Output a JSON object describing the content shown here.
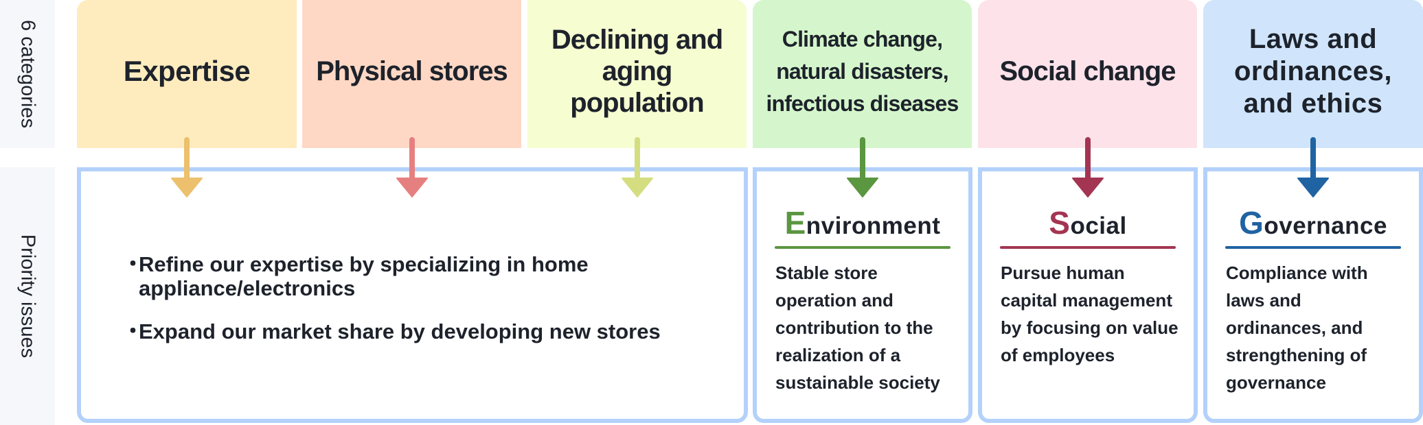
{
  "side_labels": {
    "top": "6 categories",
    "bottom": "Priority issues"
  },
  "categories": [
    {
      "label": "Expertise",
      "bg": "#feecbf",
      "arrow": "#ecc06d"
    },
    {
      "label": "Physical stores",
      "bg": "#fed8c5",
      "arrow": "#e68080"
    },
    {
      "label": "Declining and aging population",
      "bg": "#f6fdd0",
      "arrow": "#d4de80"
    },
    {
      "label": "Climate change, natural disasters, infectious diseases",
      "bg": "#d5f6cc",
      "arrow": "#5b9640"
    },
    {
      "label": "Social change",
      "bg": "#fee2ea",
      "arrow": "#a33552"
    },
    {
      "label": "Laws and ordinances, and ethics",
      "bg": "#d0e5fb",
      "arrow": "#2063a2"
    }
  ],
  "priority_bullets": [
    "Refine our expertise by specializing in home appliance/electronics",
    "Expand our market share by developing new stores"
  ],
  "bullet_marker": "・",
  "esg": [
    {
      "initial": "E",
      "rest": "nvironment",
      "color": "#5b9640",
      "body": "Stable store operation and contribution to the realization of a sustainable society"
    },
    {
      "initial": "S",
      "rest": "ocial",
      "color": "#a33552",
      "body": "Pursue human capital management by focusing on value of employees"
    },
    {
      "initial": "G",
      "rest": "overnance",
      "color": "#2063a2",
      "body": "Compliance with laws and ordinances, and strengthening of governance"
    }
  ],
  "frame_border_color": "#b3d1fa"
}
